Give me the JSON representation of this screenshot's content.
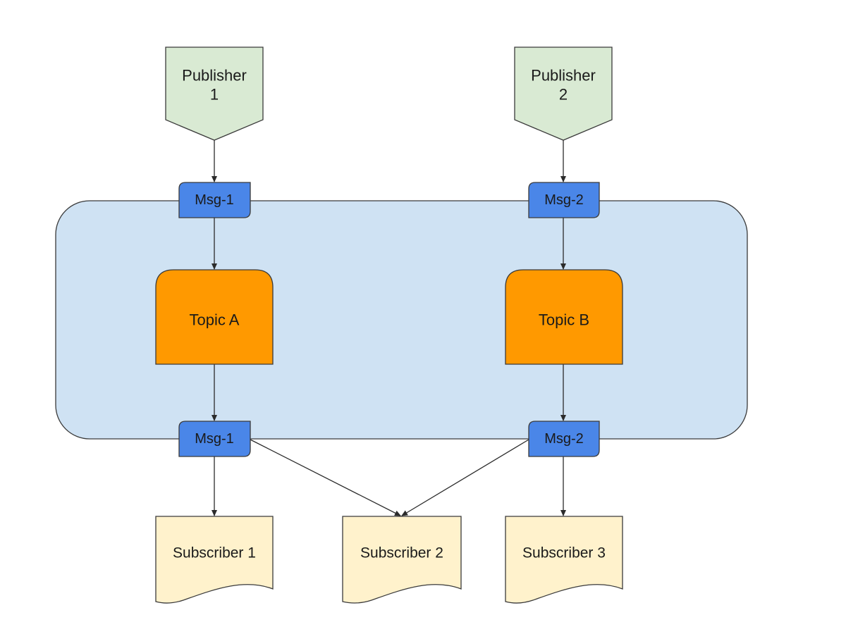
{
  "colors": {
    "publisher_fill": "#d9ead3",
    "broker_fill": "#cfe2f3",
    "message_fill": "#4a86e8",
    "topic_fill": "#ff9900",
    "subscriber_fill": "#fff2cc",
    "stroke": "#3a3a3a",
    "text": "#1a1a1a"
  },
  "publishers": [
    {
      "id": "pub1",
      "line1": "Publisher",
      "line2": "1"
    },
    {
      "id": "pub2",
      "line1": "Publisher",
      "line2": "2"
    }
  ],
  "broker": {
    "id": "broker"
  },
  "messages": [
    {
      "id": "msg1_in",
      "label": "Msg-1"
    },
    {
      "id": "msg2_in",
      "label": "Msg-2"
    },
    {
      "id": "msg1_out",
      "label": "Msg-1"
    },
    {
      "id": "msg2_out",
      "label": "Msg-2"
    }
  ],
  "topics": [
    {
      "id": "topicA",
      "label": "Topic A"
    },
    {
      "id": "topicB",
      "label": "Topic B"
    }
  ],
  "subscribers": [
    {
      "id": "sub1",
      "label": "Subscriber 1"
    },
    {
      "id": "sub2",
      "label": "Subscriber 2"
    },
    {
      "id": "sub3",
      "label": "Subscriber 3"
    }
  ],
  "connections": [
    {
      "from": "Publisher 1",
      "to": "Msg-1"
    },
    {
      "from": "Publisher 2",
      "to": "Msg-2"
    },
    {
      "from": "Msg-1",
      "to": "Topic A"
    },
    {
      "from": "Msg-2",
      "to": "Topic B"
    },
    {
      "from": "Topic A",
      "to": "Msg-1"
    },
    {
      "from": "Topic B",
      "to": "Msg-2"
    },
    {
      "from": "Msg-1",
      "to": "Subscriber 1"
    },
    {
      "from": "Msg-1",
      "to": "Subscriber 2"
    },
    {
      "from": "Msg-2",
      "to": "Subscriber 2"
    },
    {
      "from": "Msg-2",
      "to": "Subscriber 3"
    }
  ]
}
